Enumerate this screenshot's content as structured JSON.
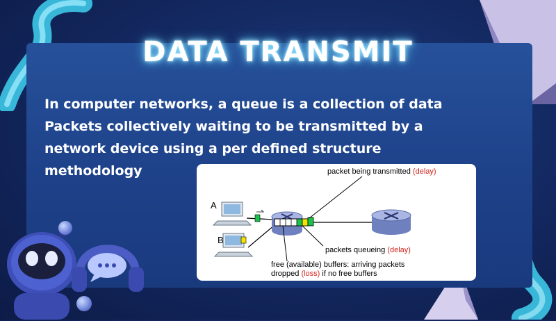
{
  "slide": {
    "title": "DATA TRANSMIT",
    "body_lines": [
      "In computer networks, a queue is a collection of data",
      "Packets collectively waiting to be transmitted by a",
      "network device using a per defined structure",
      "methodology"
    ]
  },
  "diagram": {
    "host_a_label": "A",
    "host_b_label": "B",
    "transmitted_label": "packet being transmitted",
    "transmitted_note": "(delay)",
    "queueing_label": "packets queueing",
    "queueing_note": "(delay)",
    "buffers_line1": "free (available) buffers: arriving packets",
    "buffers_line2_pre": "dropped",
    "buffers_line2_note": "(loss)",
    "buffers_line2_post": "if no free buffers"
  },
  "colors": {
    "note_red": "#d0231b",
    "packet_green": "#19c24a",
    "packet_yellow": "#f2e600",
    "router_fill": "#8e9fd6",
    "title_glow": "#9fe7ff"
  },
  "icons": [
    "robot-mascot-icon",
    "headphones-icon",
    "chat-bubble-icon",
    "router-icon",
    "computer-icon"
  ]
}
